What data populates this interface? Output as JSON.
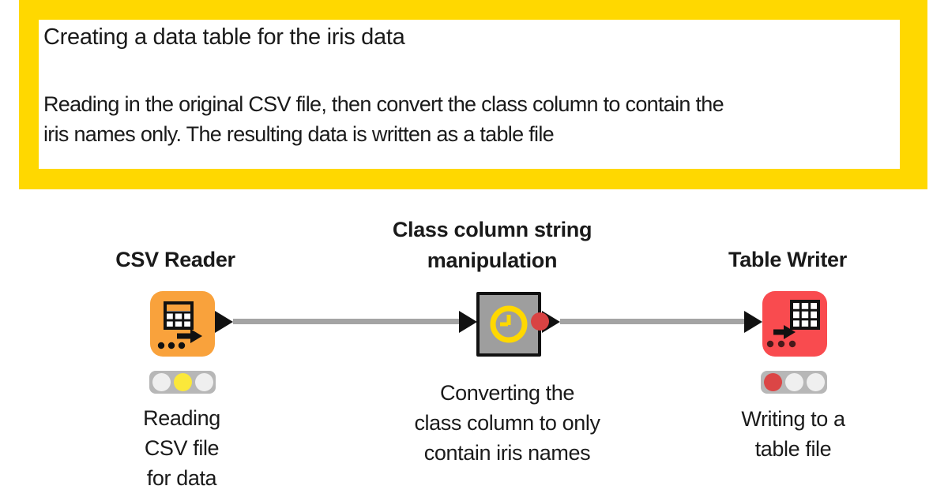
{
  "annotation": {
    "title": "Creating a data table for the iris data",
    "description": "Reading in the original CSV file, then convert the class column to contain the\niris names only. The resulting data is written as a table file",
    "border_color": "#FFD800"
  },
  "status_colors": {
    "off": "#EFEFEF",
    "yellow": "#FBE83A",
    "red": "#DB4646"
  },
  "colors": {
    "source_node": "#F9A23C",
    "pending_node": "#9E9E9E",
    "sink_node": "#F94B4F",
    "connection": "#A4A4A4",
    "port": "#111111",
    "light_bar": "#B7B7B7",
    "clock": "#FFD800",
    "breakpoint_dot": "#D94343"
  },
  "nodes": [
    {
      "title": "CSV Reader",
      "comment": "Reading\nCSV file\nfor data",
      "color": "#F9A23C",
      "lights": [
        "off",
        "yellow",
        "off"
      ]
    },
    {
      "title": "Class column string\nmanipulation",
      "comment": "Converting the\nclass column to only\ncontain iris names",
      "color": "#9E9E9E"
    },
    {
      "title": "Table Writer",
      "comment": "Writing to a\ntable file",
      "color": "#F94B4F",
      "lights": [
        "red",
        "off",
        "off"
      ]
    }
  ]
}
